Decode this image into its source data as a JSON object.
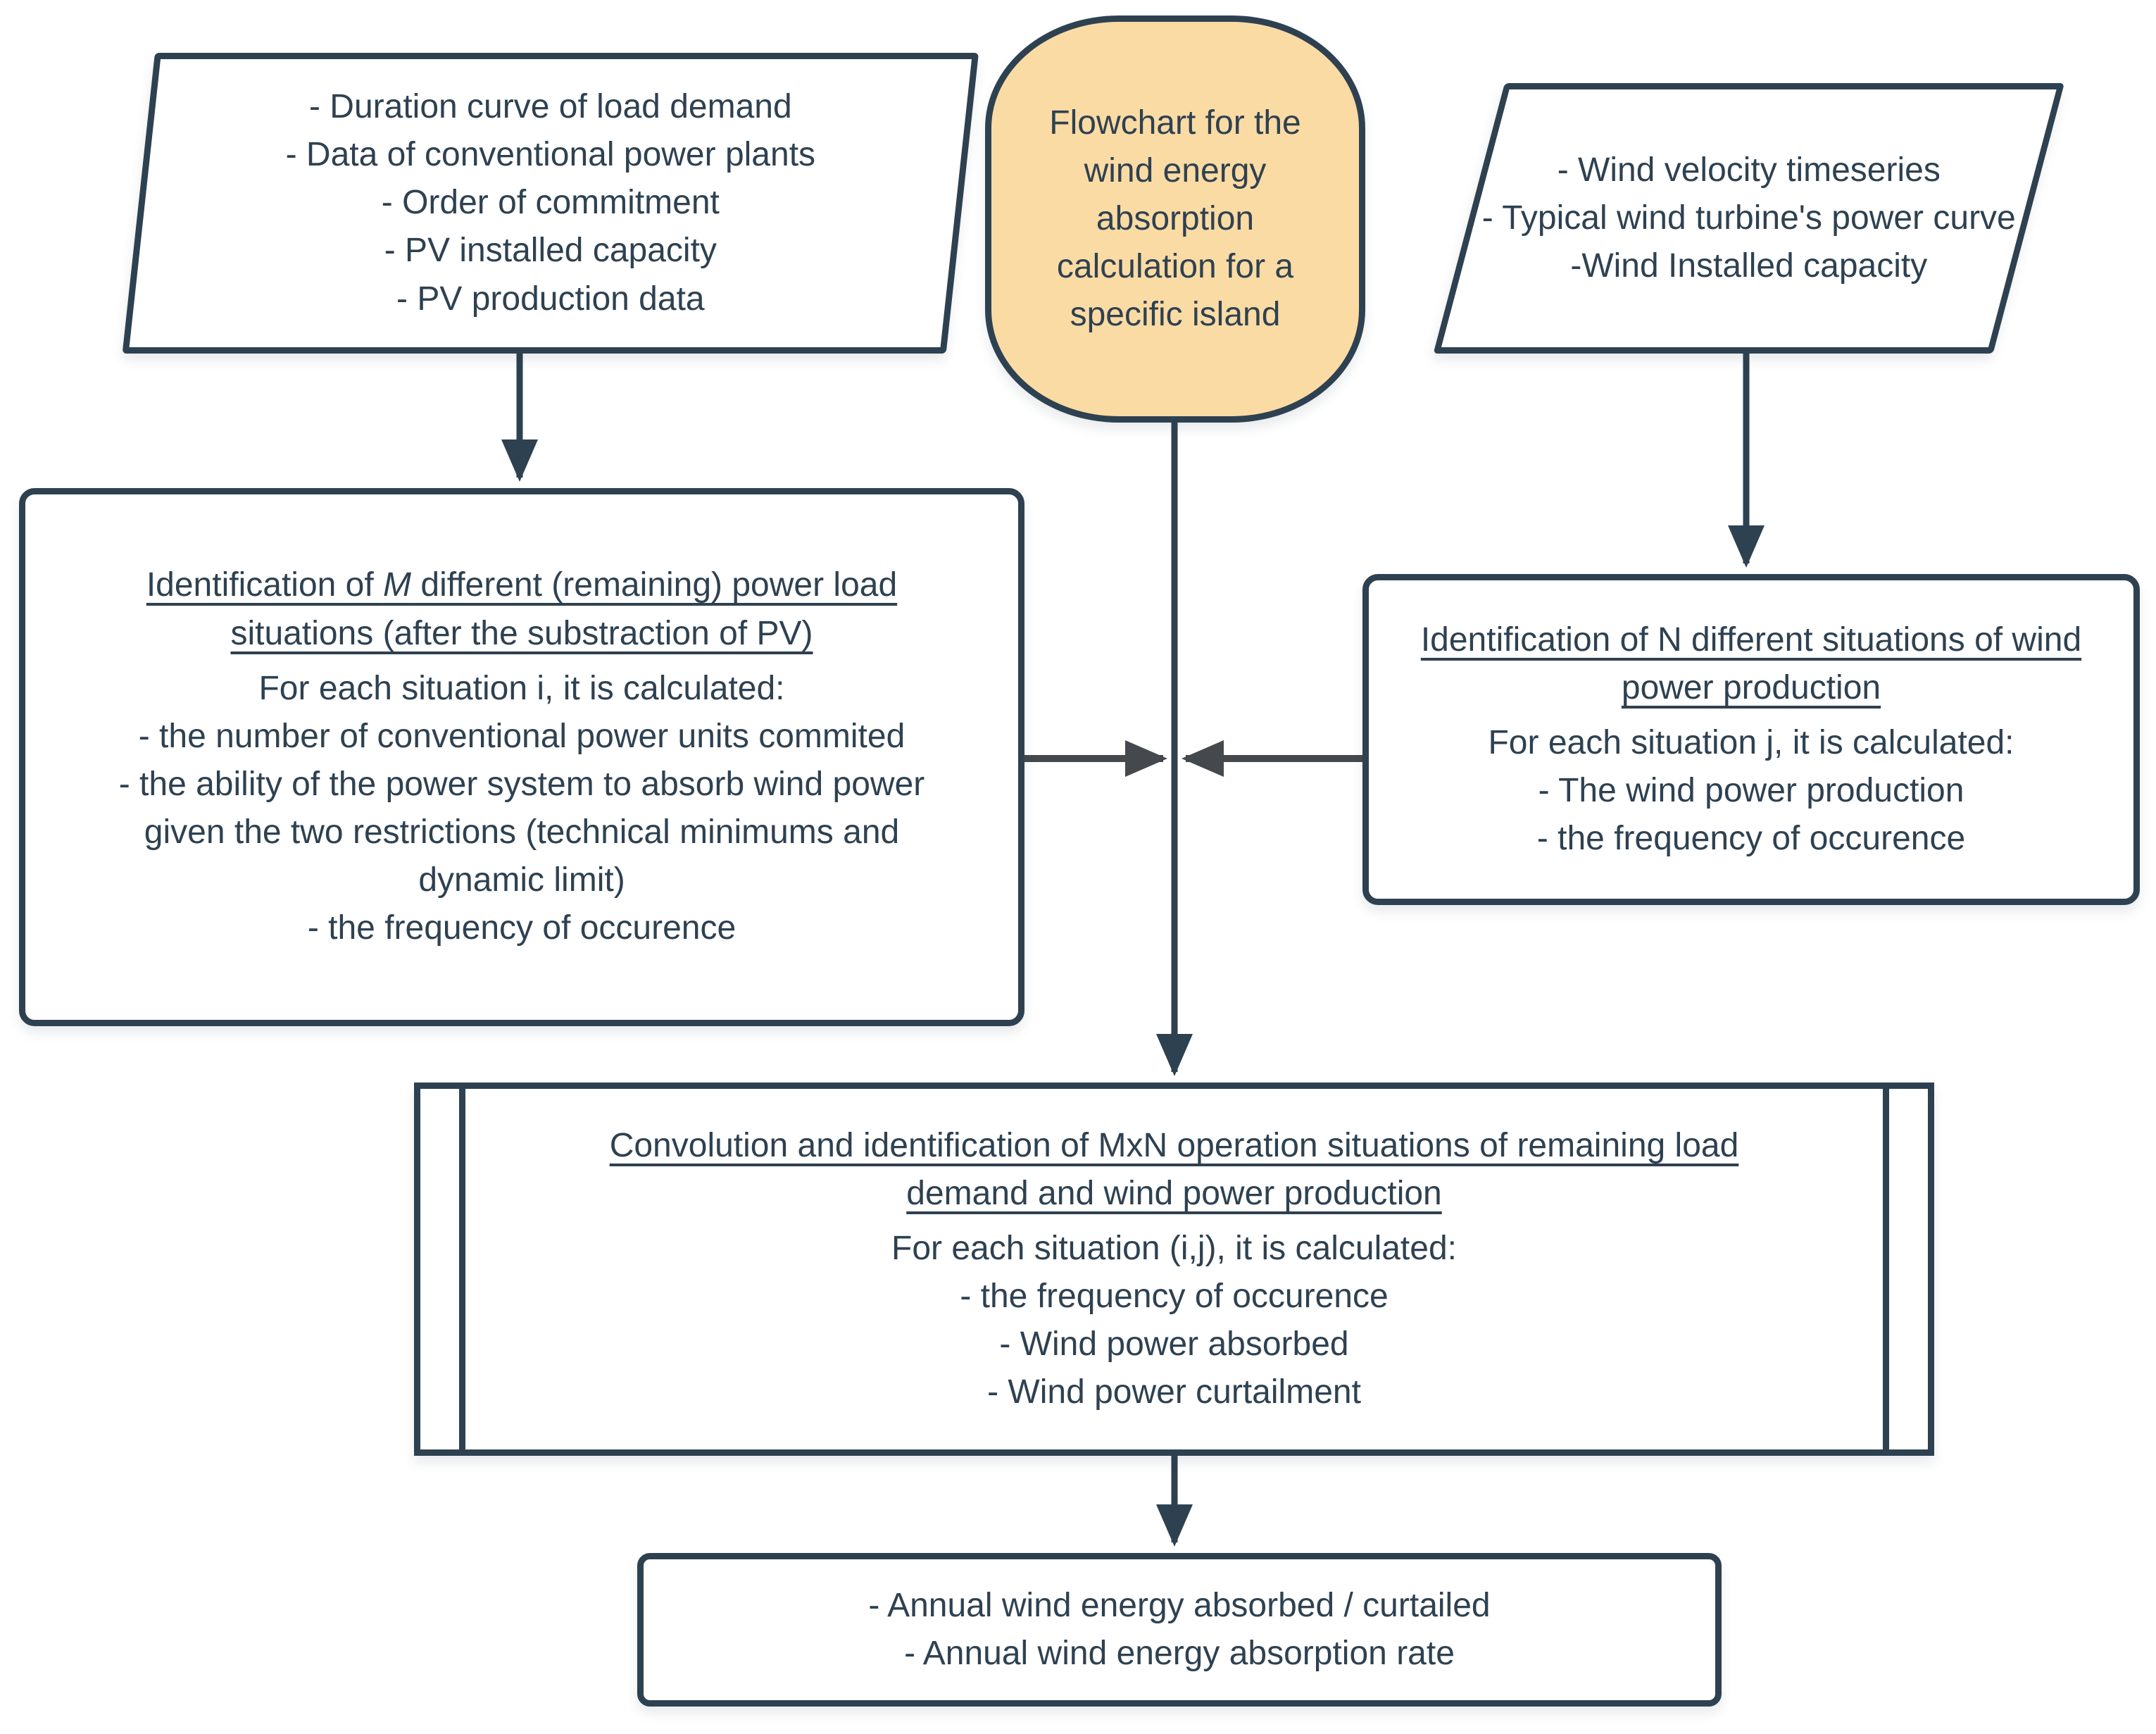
{
  "colors": {
    "outline": "#2e4151",
    "arrow_gray": "#45494e",
    "terminator_fill": "#fbdba4",
    "box_fill": "#ffffff",
    "canvas_bg": "#ffffff"
  },
  "left_input": {
    "lines": [
      "- Duration curve of load demand",
      "- Data of conventional power plants",
      "- Order of commitment",
      "- PV installed capacity",
      "- PV production data"
    ]
  },
  "start_terminator": {
    "text": "Flowchart for the wind energy absorption calculation for a specific island"
  },
  "right_input": {
    "lines": [
      "- Wind velocity timeseries",
      "- Typical wind turbine's power curve",
      "-Wind Installed capacity"
    ]
  },
  "m_box": {
    "title_pre": "Identification of ",
    "title_em": "M",
    "title_post": " different (remaining) power load situations (after the substraction of PV)",
    "lines": [
      "For each situation i, it is calculated:",
      "- the number of conventional power units commited",
      "- the ability of the power system to absorb wind power given the two restrictions (technical minimums and dynamic limit)",
      "- the frequency of occurence"
    ]
  },
  "n_box": {
    "title": "Identification of N different situations of wind power production",
    "lines": [
      "For each situation j, it is calculated:",
      "- The wind power production",
      "- the frequency of occurence"
    ]
  },
  "convolution_box": {
    "title": "Convolution and identification of MxN operation situations of remaining load demand and wind power production",
    "lines": [
      "For each situation (i,j), it is calculated:",
      "- the frequency of occurence",
      "- Wind power absorbed",
      "- Wind power curtailment"
    ]
  },
  "output_box": {
    "lines": [
      "- Annual wind energy absorbed / curtailed",
      "- Annual wind energy absorption rate"
    ]
  }
}
